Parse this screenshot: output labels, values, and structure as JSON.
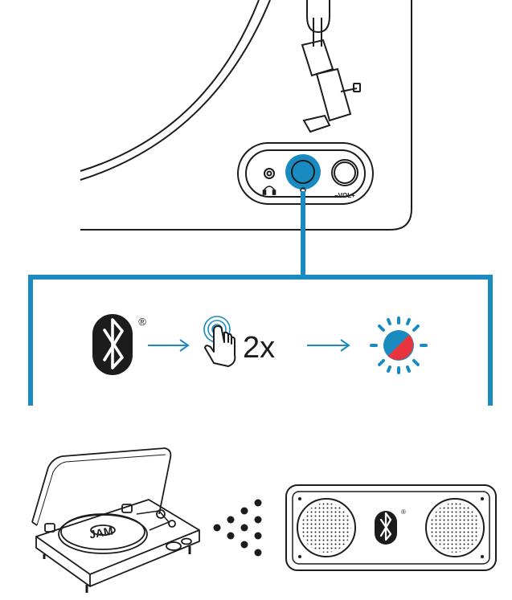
{
  "colors": {
    "accent": "#1a8bc0",
    "line": "#1c1c1c",
    "led_red": "#e8343c",
    "led_blue": "#1a8bc0"
  },
  "panel": {
    "headphone_icon": "headphone-icon",
    "volume_label": "–VOL+"
  },
  "steps": {
    "registered_mark": "®",
    "press_count": "2x"
  },
  "speaker": {
    "registered_mark": "®"
  },
  "turntable": {
    "logo": "JAM"
  }
}
